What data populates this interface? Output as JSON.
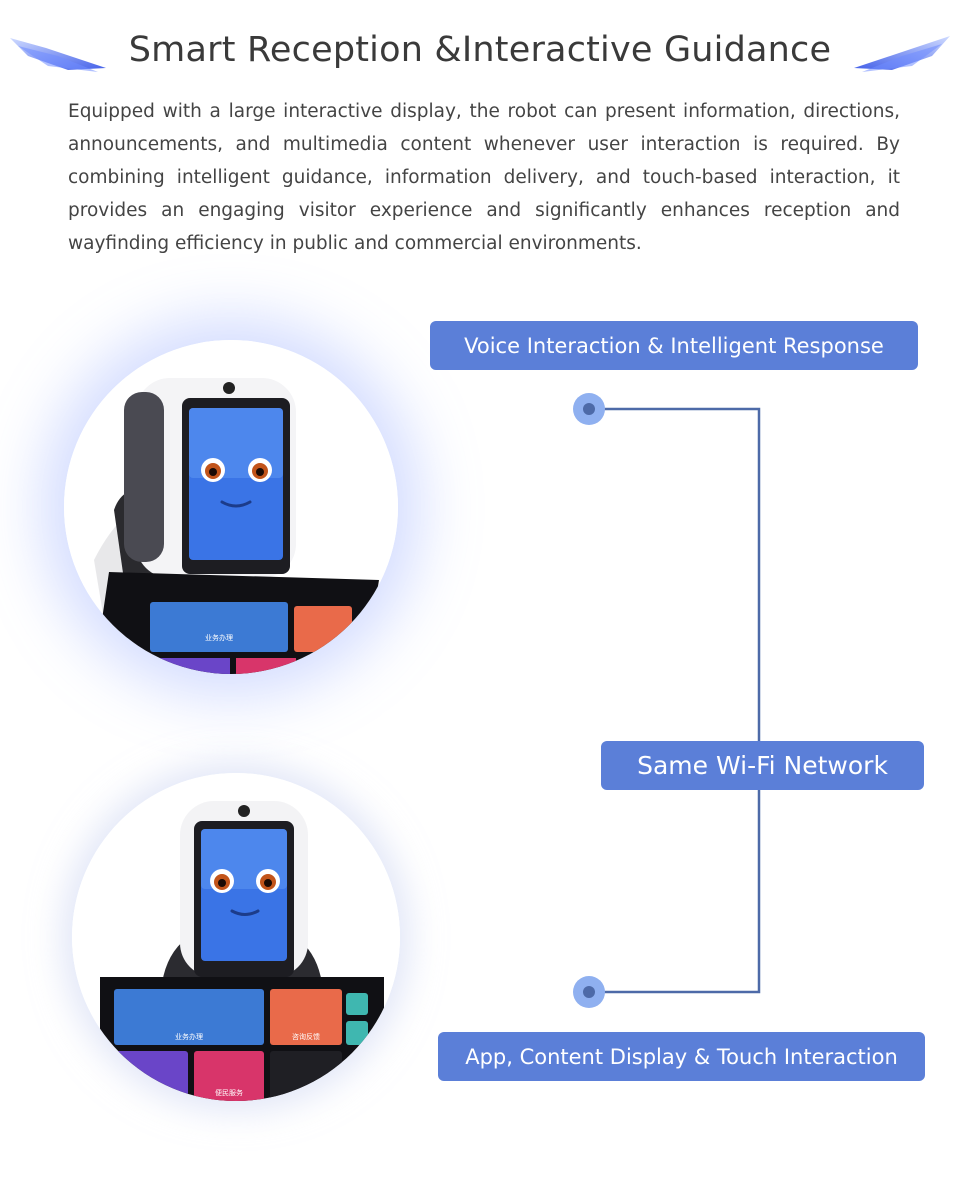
{
  "header": {
    "title": "Smart Reception &Interactive Guidance"
  },
  "intro": {
    "text": "Equipped with a large interactive display, the robot can present information, directions, announcements, and multimedia content whenever user interaction is required. By combining intelligent guidance, information delivery, and touch-based interaction, it provides an engaging visitor experience and significantly enhances reception and wayfinding efficiency in public and commercial environments."
  },
  "screens": {
    "tile_business": "业务办理",
    "tile_consult": "咨询反馈",
    "tile_smart": "便民服务"
  },
  "labels": {
    "voice": "Voice Interaction & Intelligent Response",
    "wifi": "Same Wi-Fi Network",
    "app": "App, Content Display & Touch Interaction"
  },
  "colors": {
    "accent": "#5b7fd8",
    "connector": "#4d6aa8",
    "node": "#8fb0f0"
  },
  "icons": {
    "left_decoration": "blue-wave-icon",
    "right_decoration": "blue-wave-icon"
  }
}
